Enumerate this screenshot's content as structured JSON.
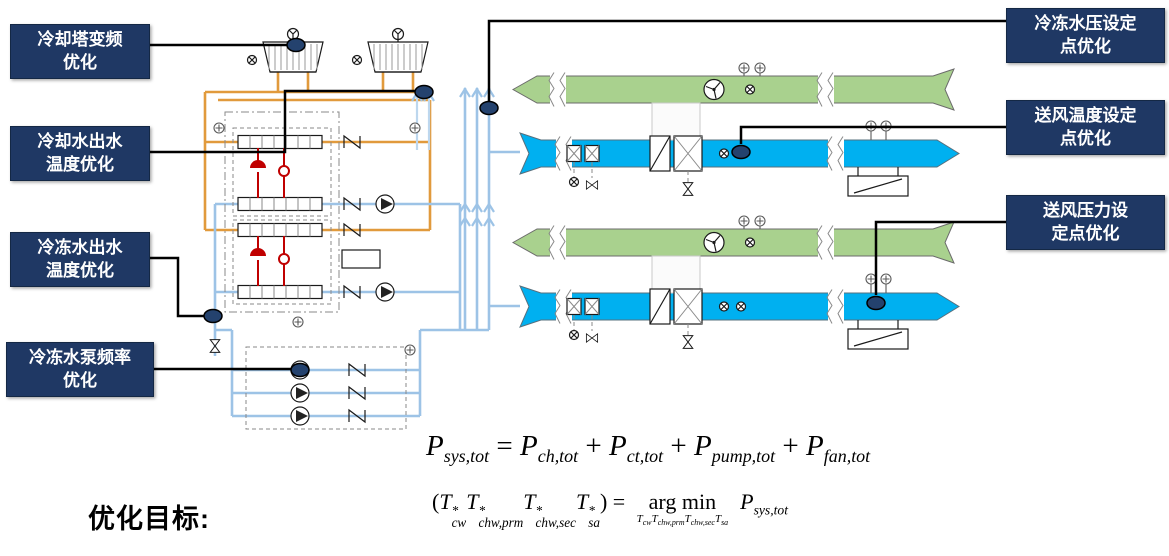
{
  "colors": {
    "label_box_bg": "#1F3864",
    "label_box_text": "#FFFFFF",
    "condenser_water": "#E19A3C",
    "chilled_water": "#9DC3E6",
    "chilled_water_light": "#BDD7EE",
    "refrigerant": "#C00000",
    "return_air_duct": "#A9D18E",
    "supply_air_duct": "#00B0F0",
    "callout_line": "#000000",
    "marker": "#24426E"
  },
  "callouts_left": [
    {
      "line1": "冷却塔变频",
      "line2": "优化"
    },
    {
      "line1": "冷却水出水",
      "line2": "温度优化"
    },
    {
      "line1": "冷冻水出水",
      "line2": "温度优化"
    },
    {
      "line1": "冷冻水泵频率",
      "line2": "优化"
    }
  ],
  "callouts_right": [
    {
      "line1": "冷冻水压设定",
      "line2": "点优化"
    },
    {
      "line1": "送风温度设定",
      "line2": "点优化"
    },
    {
      "line1": "送风压力设",
      "line2": "定点优化"
    }
  ],
  "objective": {
    "title": "优化目标:",
    "equation1": {
      "plain": "P_sys,tot = P_ch,tot + P_ct,tot + P_pump,tot + P_fan,tot",
      "tokens": [
        {
          "t": "i",
          "v": "P"
        },
        {
          "t": "sub",
          "v": "sys,tot"
        },
        {
          "t": "n",
          "v": " = "
        },
        {
          "t": "i",
          "v": "P"
        },
        {
          "t": "sub",
          "v": "ch,tot"
        },
        {
          "t": "n",
          "v": " + "
        },
        {
          "t": "i",
          "v": "P"
        },
        {
          "t": "sub",
          "v": "ct,tot"
        },
        {
          "t": "n",
          "v": " + "
        },
        {
          "t": "i",
          "v": "P"
        },
        {
          "t": "sub",
          "v": "pump,tot"
        },
        {
          "t": "n",
          "v": " + "
        },
        {
          "t": "i",
          "v": "P"
        },
        {
          "t": "sub",
          "v": "fan,tot"
        }
      ]
    },
    "equation2": {
      "plain": "(T*_cw T*_chw,prm T*_chw,sec T*_sa) = argmin_{T_cw T_chw,prm T_chw,sec T_sa} P_sys,tot",
      "tokens": [
        {
          "t": "n",
          "v": "("
        },
        {
          "t": "i",
          "v": "T"
        },
        {
          "t": "ss",
          "sup": "*",
          "sub": "cw"
        },
        {
          "t": "i",
          "v": "T"
        },
        {
          "t": "ss",
          "sup": "*",
          "sub": "chw,prm"
        },
        {
          "t": "i",
          "v": "T"
        },
        {
          "t": "ss",
          "sup": "*",
          "sub": "chw,sec"
        },
        {
          "t": "i",
          "v": "T"
        },
        {
          "t": "ss",
          "sup": "*",
          "sub": "sa"
        },
        {
          "t": "n",
          "v": ") = "
        },
        {
          "t": "under",
          "v": "arg min",
          "under": [
            {
              "t": "i",
              "v": "T"
            },
            {
              "t": "sub",
              "v": "cw"
            },
            {
              "t": "i",
              "v": "T"
            },
            {
              "t": "sub",
              "v": "chw,prm"
            },
            {
              "t": "i",
              "v": "T"
            },
            {
              "t": "sub",
              "v": "chw,sec"
            },
            {
              "t": "i",
              "v": "T"
            },
            {
              "t": "sub",
              "v": "sa"
            }
          ]
        },
        {
          "t": "i",
          "v": "P"
        },
        {
          "t": "sub",
          "v": "sys,tot"
        }
      ]
    }
  }
}
